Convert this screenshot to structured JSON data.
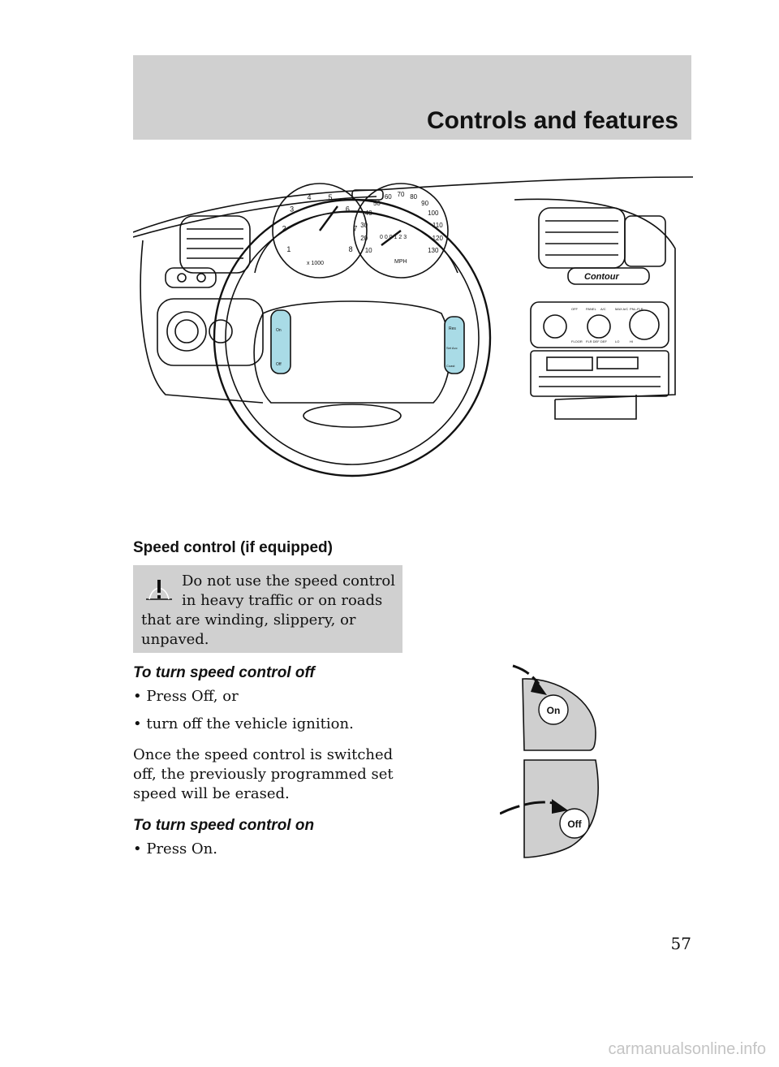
{
  "header": {
    "title": "Controls and features"
  },
  "figures": {
    "dashboard": {
      "tach_label": "x 1000",
      "tach_numbers": [
        "1",
        "2",
        "3",
        "4",
        "5",
        "6",
        "7",
        "8"
      ],
      "speedo_numbers": [
        "10",
        "20",
        "30",
        "40",
        "50",
        "60",
        "70",
        "80",
        "90",
        "100",
        "110",
        "120",
        "130"
      ],
      "speedo_unit": "MPH",
      "odometer": "0 0 0 1 2 3",
      "badge": "Contour",
      "wheel_buttons": [
        "On",
        "Off",
        "Res",
        "Set Acc",
        "Coast"
      ],
      "climate_labels": [
        "OFF",
        "PANEL",
        "A/C",
        "MAX A/C",
        "PNL-FLR",
        "FLOOR",
        "FLR DEF",
        "DEF",
        "LO",
        "HI"
      ]
    },
    "button_detail": {
      "on_label": "On",
      "off_label": "Off"
    }
  },
  "content": {
    "section_heading": "Speed control (if equipped)",
    "warning": {
      "line1": "Do not use the speed control",
      "line2": "in heavy traffic or on roads",
      "rest": "that are winding, slippery, or unpaved."
    },
    "off_heading": "To turn speed control off",
    "off_bullets": [
      "• Press Off, or",
      "• turn off the vehicle ignition."
    ],
    "off_paragraph": "Once the speed control is switched off, the previously programmed set speed will be erased.",
    "on_heading": "To turn speed control on",
    "on_bullets": [
      "• Press On."
    ]
  },
  "footer": {
    "page_number": "57",
    "watermark": "carmanualsonline.info"
  }
}
